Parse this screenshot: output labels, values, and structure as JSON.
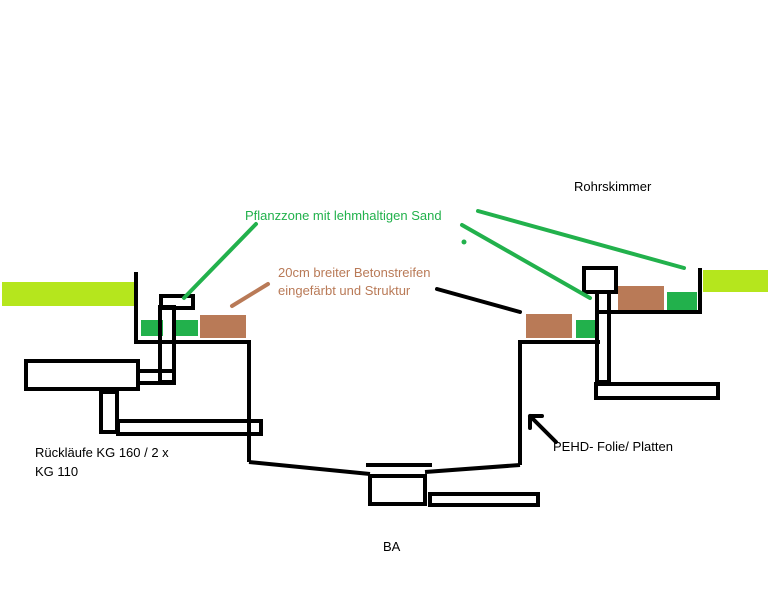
{
  "labels": {
    "planting_zone": "Pflanzzone mit lehmhaltigen Sand",
    "concrete_line1": "20cm breiter Betonstreifen",
    "concrete_line2": "eingefärbt und Struktur",
    "skimmer": "Rohrskimmer",
    "returns_line1": "Rückläufe KG 160 / 2 x",
    "returns_line2": "KG 110",
    "liner": "PEHD- Folie/ Platten",
    "bottom_drain": "BA"
  },
  "colors": {
    "lawn": "#b5e61d",
    "planting_zone": "#22b14c",
    "concrete": "#b97a57",
    "structure": "#000000",
    "text_default": "#000000"
  }
}
